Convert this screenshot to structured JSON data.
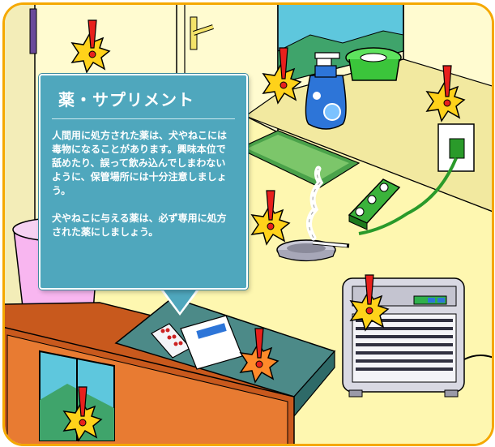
{
  "tooltip": {
    "title": "薬・サプリメント",
    "paragraphs": [
      "人間用に処方された薬は、犬やねこには毒物になることがあります。興味本位で舐めたり、誤って飲み込んでしまわないように、保管場所には十分注意しましょう。",
      "犬やねこに与える薬は、必ず専用に処方された薬にしましょう。"
    ]
  },
  "colors": {
    "frame": "#f5a800",
    "tooltip": "#4fa7bd",
    "hazard_star": "#ffd21a",
    "hazard_mark": "#e8201c",
    "wall": "#fffbd0",
    "counter": "#c8591d",
    "table_top": "#4c8a88"
  },
  "hazards": [
    {
      "name": "window",
      "icon": "warning-star-icon"
    },
    {
      "name": "soap",
      "icon": "warning-star-icon"
    },
    {
      "name": "outlet",
      "icon": "warning-star-icon"
    },
    {
      "name": "cigarette",
      "icon": "warning-star-icon"
    },
    {
      "name": "trash",
      "icon": "warning-star-icon"
    },
    {
      "name": "heater",
      "icon": "warning-star-icon"
    },
    {
      "name": "medicine",
      "icon": "warning-star-icon"
    },
    {
      "name": "cabinet",
      "icon": "warning-star-icon"
    }
  ]
}
